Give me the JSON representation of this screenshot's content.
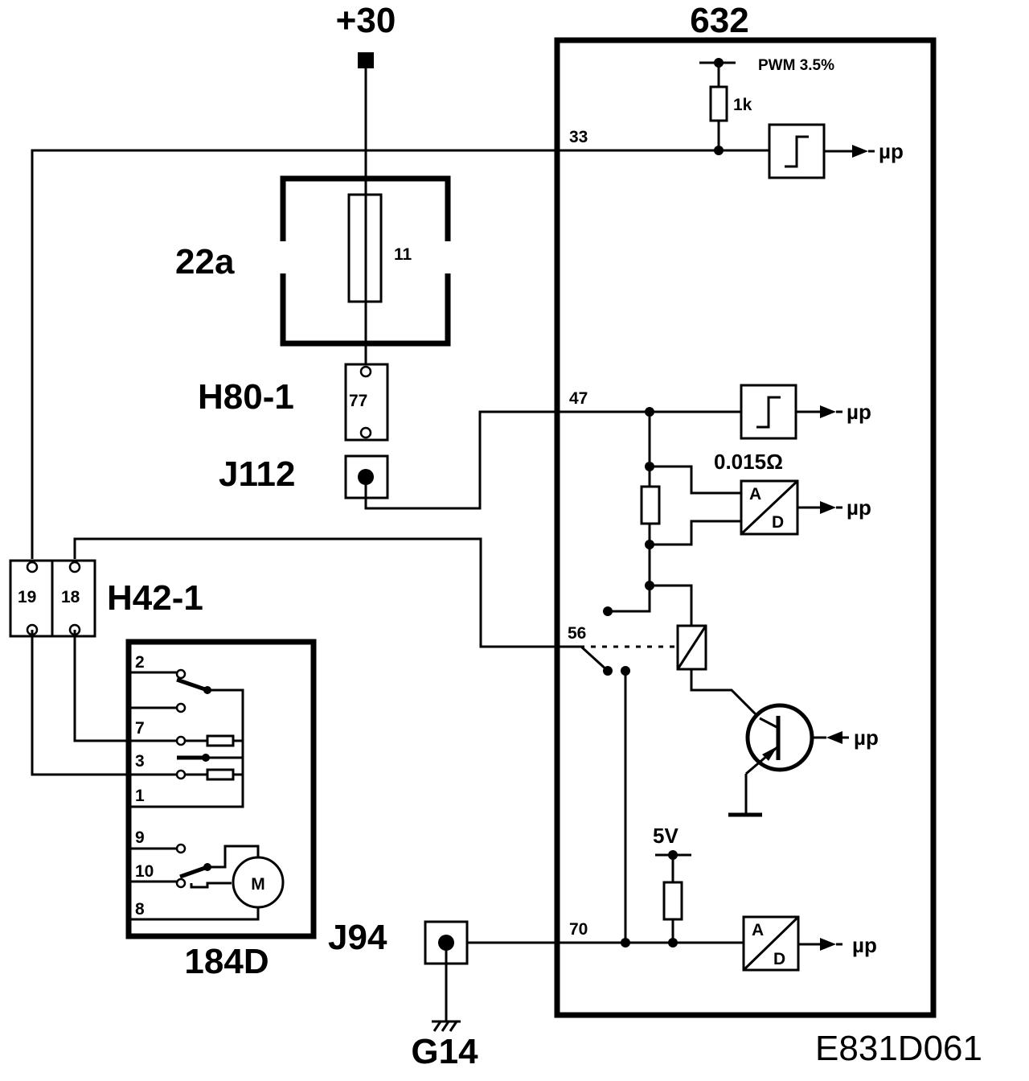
{
  "labels": {
    "supply": "+30",
    "module": "632",
    "fuse_box": "22a",
    "fuse_num": "11",
    "conn_h80": "H80-1",
    "h80_pin": "77",
    "conn_j112": "J112",
    "conn_h42": "H42-1",
    "h42_pin19": "19",
    "h42_pin18": "18",
    "switch_unit": "184D",
    "conn_j94": "J94",
    "ground": "G14",
    "doc_id": "E831D061",
    "pwm": "PWM 3.5%",
    "res_1k": "1k",
    "shunt": "0.015Ω",
    "v5": "5V",
    "pin33": "33",
    "pin47": "47",
    "pin56": "56",
    "pin70": "70",
    "up1": "µp",
    "up2": "µp",
    "up3": "µp",
    "up4": "µp",
    "up5": "µp",
    "ad1_a": "A",
    "ad1_d": "D",
    "ad2_a": "A",
    "ad2_d": "D",
    "motor": "M",
    "sw_pin2": "2",
    "sw_pin7": "7",
    "sw_pin3": "3",
    "sw_pin1": "1",
    "sw_pin9": "9",
    "sw_pin10": "10",
    "sw_pin8": "8"
  }
}
